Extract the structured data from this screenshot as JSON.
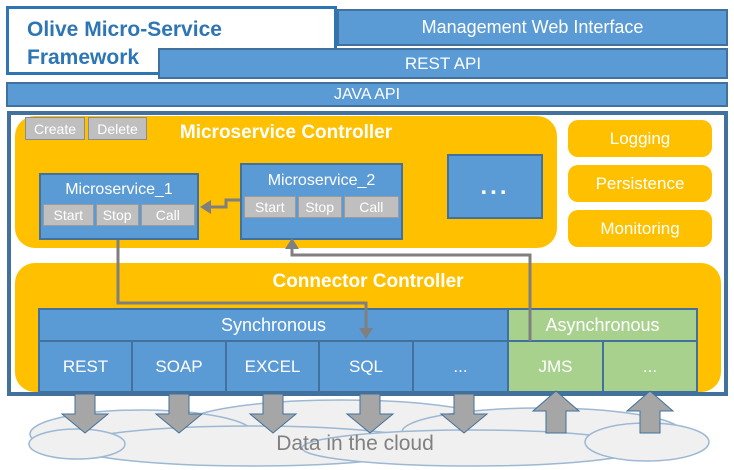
{
  "brand": {
    "line1": "Olive Micro-Service",
    "line2": "Framework"
  },
  "api_bars": {
    "management": "Management Web Interface",
    "rest": "REST API",
    "java": "JAVA API"
  },
  "microservice_controller": {
    "title": "Microservice Controller",
    "actions": {
      "create": "Create",
      "delete": "Delete"
    },
    "services": [
      {
        "name": "Microservice_1",
        "buttons": [
          "Start",
          "Stop",
          "Call"
        ]
      },
      {
        "name": "Microservice_2",
        "buttons": [
          "Start",
          "Stop",
          "Call"
        ]
      }
    ],
    "ellipsis": "..."
  },
  "side_modules": [
    "Logging",
    "Persistence",
    "Monitoring"
  ],
  "connector_controller": {
    "title": "Connector Controller",
    "sync": {
      "label": "Synchronous",
      "connectors": [
        "REST",
        "SOAP",
        "EXCEL",
        "SQL",
        "..."
      ]
    },
    "async": {
      "label": "Asynchronous",
      "connectors": [
        "JMS",
        "..."
      ]
    }
  },
  "cloud": {
    "label": "Data in the cloud"
  },
  "colors": {
    "blue": "#5B9BD5",
    "dark_blue_border": "#41719C",
    "brand_blue": "#2E75B6",
    "orange": "#FFC000",
    "green": "#A9D18E",
    "button_gray": "#BFBFBF",
    "block_arrow_gray": "#A6A6A6",
    "connector_line_gray": "#7F7F7F",
    "cloud_fill": "#F0F0F0",
    "cloud_stroke": "#9DB8D2"
  }
}
